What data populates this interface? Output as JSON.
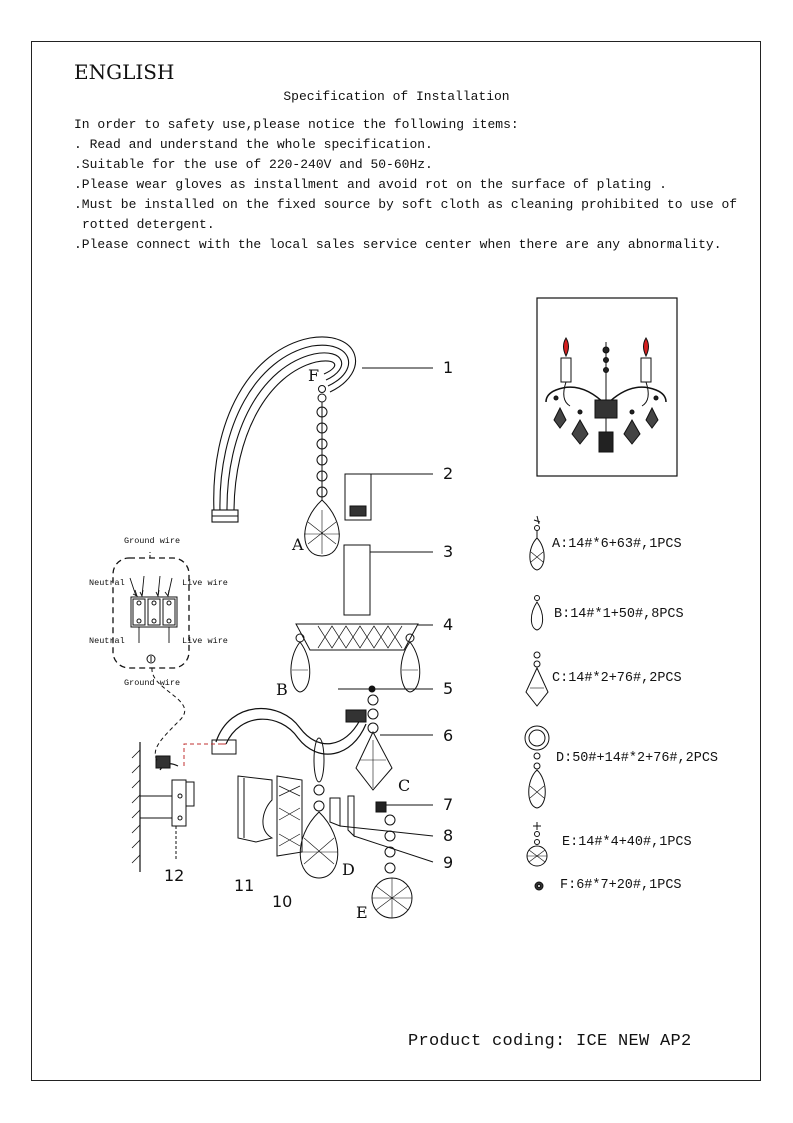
{
  "header": {
    "language": "ENGLISH",
    "title": "Specification of Installation"
  },
  "notice": {
    "intro": "In order to safety use,please notice the following items:",
    "items": [
      ". Read and understand the whole specification.",
      ".Suitable for the use of 220-240V and 50-60Hz.",
      ".Please wear gloves as installment and avoid rot on the surface of plating .",
      ".Must be installed on the fixed source by soft cloth as cleaning prohibited to use of",
      "rotted detergent.",
      ".Please connect with the local sales service center when there are any abnormality."
    ]
  },
  "diagram": {
    "callouts": [
      "1",
      "2",
      "3",
      "4",
      "5",
      "6",
      "7",
      "8",
      "9",
      "10",
      "11",
      "12"
    ],
    "letters": [
      "A",
      "B",
      "C",
      "D",
      "E",
      "F"
    ],
    "wiring": {
      "ground_top": "Ground wire",
      "neutral_top": "Neutral",
      "live_top": "Live wire",
      "neutral_bottom": "Neutral",
      "live_bottom": "Live wire",
      "ground_bottom": "Ground wire"
    }
  },
  "parts": [
    {
      "label": "A:14#*6+63#,1PCS"
    },
    {
      "label": "B:14#*1+50#,8PCS"
    },
    {
      "label": "C:14#*2+76#,2PCS"
    },
    {
      "label": "D:50#+14#*2+76#,2PCS"
    },
    {
      "label": "E:14#*4+40#,1PCS"
    },
    {
      "label": "F:6#*7+20#,1PCS"
    }
  ],
  "footer": {
    "product_coding": "Product coding: ICE NEW  AP2"
  },
  "colors": {
    "line": "#111111",
    "bulb_accent": "#d42020",
    "connector_dash": "#c03030"
  }
}
